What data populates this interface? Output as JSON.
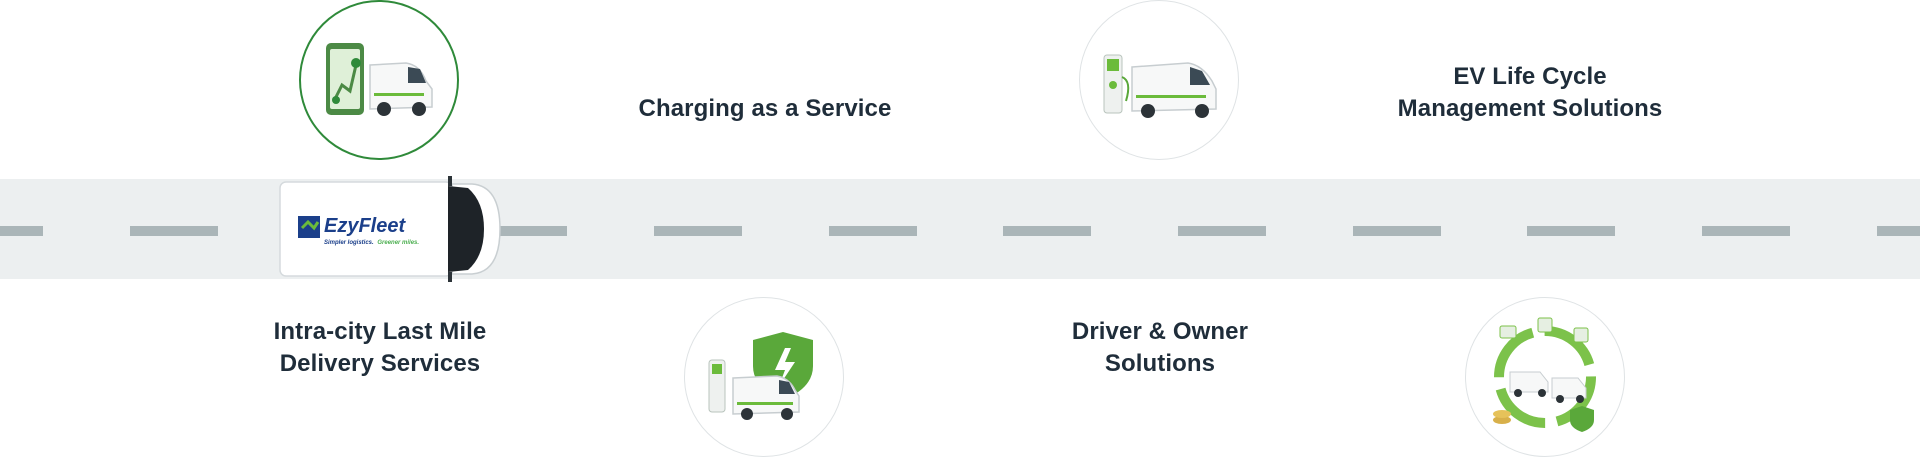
{
  "services": [
    {
      "lines": [
        "Intra-city Last Mile",
        "Delivery Services"
      ],
      "icon": "map-van-icon",
      "active": true
    },
    {
      "lines": [
        "Charging as a Service"
      ],
      "icon": "charging-van-icon"
    },
    {
      "lines": [
        "Driver & Owner",
        "Solutions"
      ],
      "icon": "charging-shield-van-icon"
    },
    {
      "lines": [
        "EV Life Cycle",
        "Management Solutions"
      ],
      "icon": "lifecycle-icon"
    }
  ],
  "truck": {
    "brand": "EzyFleet",
    "tagline_part1": "Simpler logistics.",
    "tagline_part2": "Greener miles."
  },
  "colors": {
    "accent_green": "#2f8a3a",
    "brand_blue": "#1b3f8a",
    "road": "#eceff0",
    "road_dash": "#aab5b8",
    "text": "#1f2d3a"
  }
}
